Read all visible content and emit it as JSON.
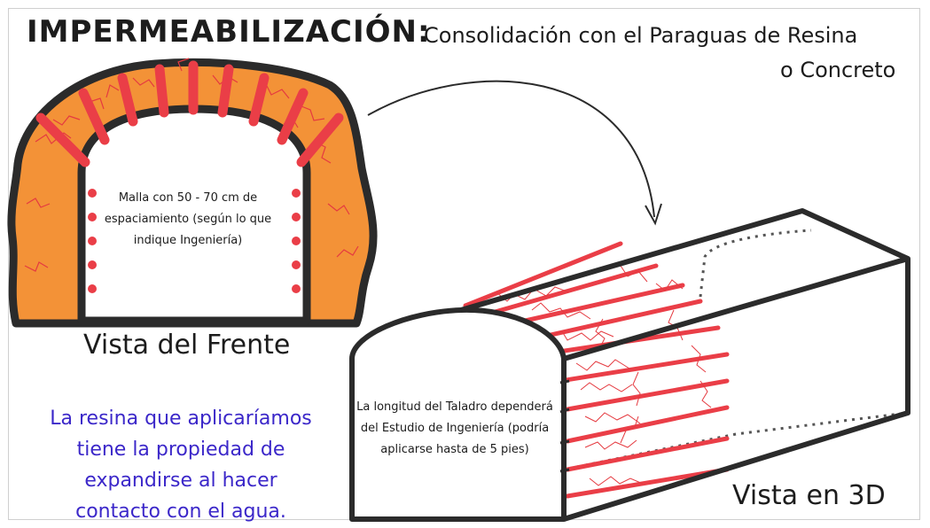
{
  "title": "IMPERMEABILIZACIÓN:",
  "subtitle_line1": "Consolidación con el Paraguas de Resina",
  "subtitle_line2": "o Concreto",
  "front_view": {
    "caption": "Vista del Frente",
    "mesh_note": "Malla con 50 - 70 cm de espaciamiento (según lo que indique Ingeniería)"
  },
  "view_3d": {
    "caption": "Vista en 3D",
    "drill_note": "La longitud del Taladro dependerá del Estudio de Ingeniería (podría aplicarse hasta de 5 pies)"
  },
  "resin_note": {
    "lines": [
      "La resina que aplicaríamos",
      "tiene la propiedad de",
      "expandirse al hacer",
      "contacto con el agua."
    ]
  },
  "colors": {
    "rock_orange": "#f39237",
    "bolt_red": "#ea3e47",
    "crack_red": "#e53a40",
    "outline": "#2b2b2b",
    "resin_text_blue": "#3b27c9"
  }
}
